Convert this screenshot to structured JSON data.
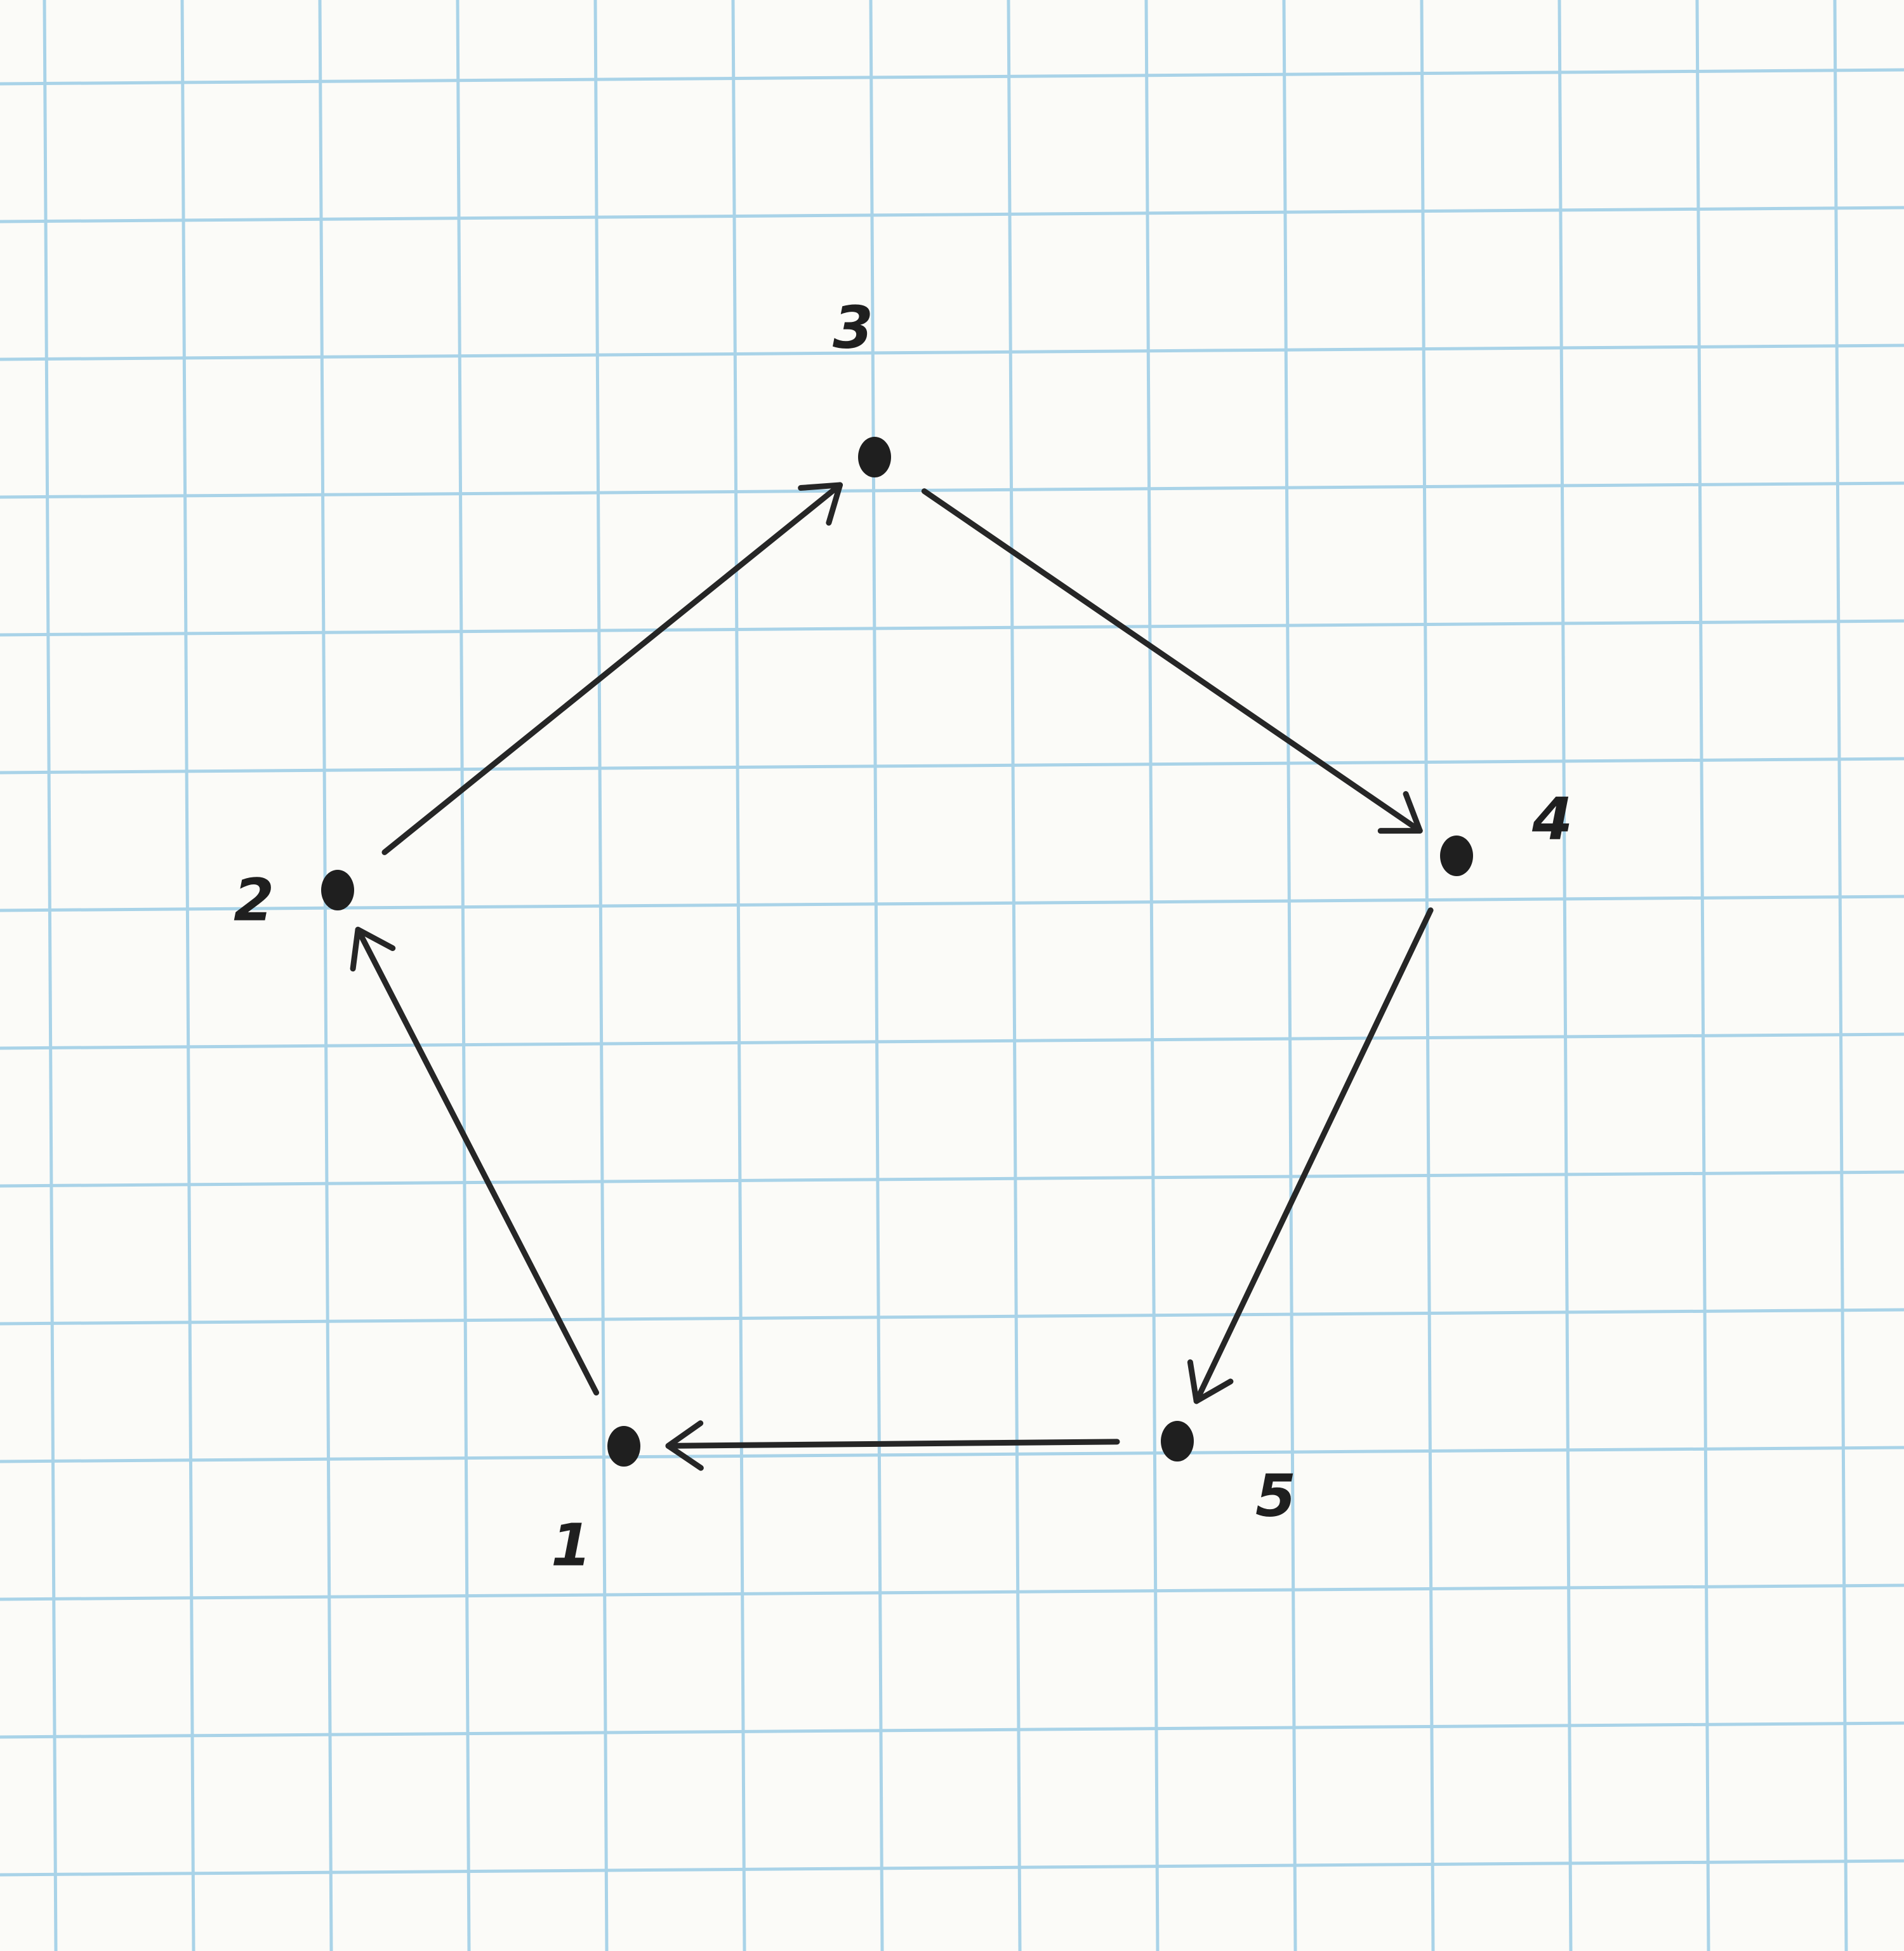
{
  "graph": {
    "nodes": [
      {
        "id": "1",
        "label": "1"
      },
      {
        "id": "2",
        "label": "2"
      },
      {
        "id": "3",
        "label": "3"
      },
      {
        "id": "4",
        "label": "4"
      },
      {
        "id": "5",
        "label": "5"
      }
    ],
    "edges": [
      {
        "from": "1",
        "to": "2"
      },
      {
        "from": "2",
        "to": "3"
      },
      {
        "from": "3",
        "to": "4"
      },
      {
        "from": "4",
        "to": "5"
      },
      {
        "from": "5",
        "to": "1"
      }
    ]
  },
  "colors": {
    "paper": "#fbfbf8",
    "grid": "#a9d3e8",
    "ink": "#1f1f1f"
  }
}
